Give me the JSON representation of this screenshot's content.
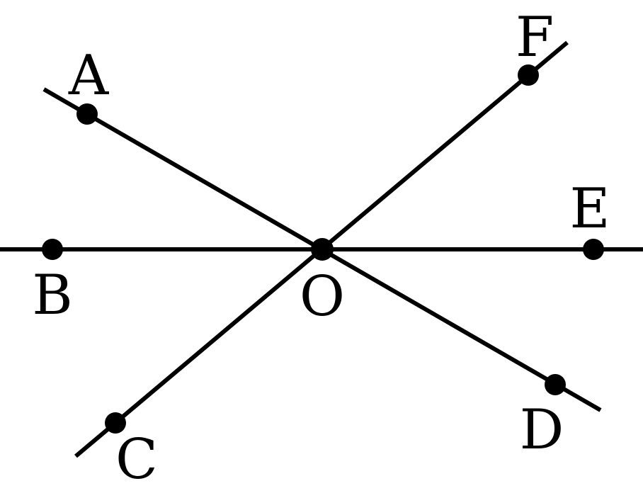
{
  "diagram": {
    "line_color": "#000000",
    "background": "#ffffff",
    "points": {
      "A": "A",
      "B": "B",
      "C": "C",
      "D": "D",
      "E": "E",
      "F": "F",
      "O": "O"
    }
  }
}
